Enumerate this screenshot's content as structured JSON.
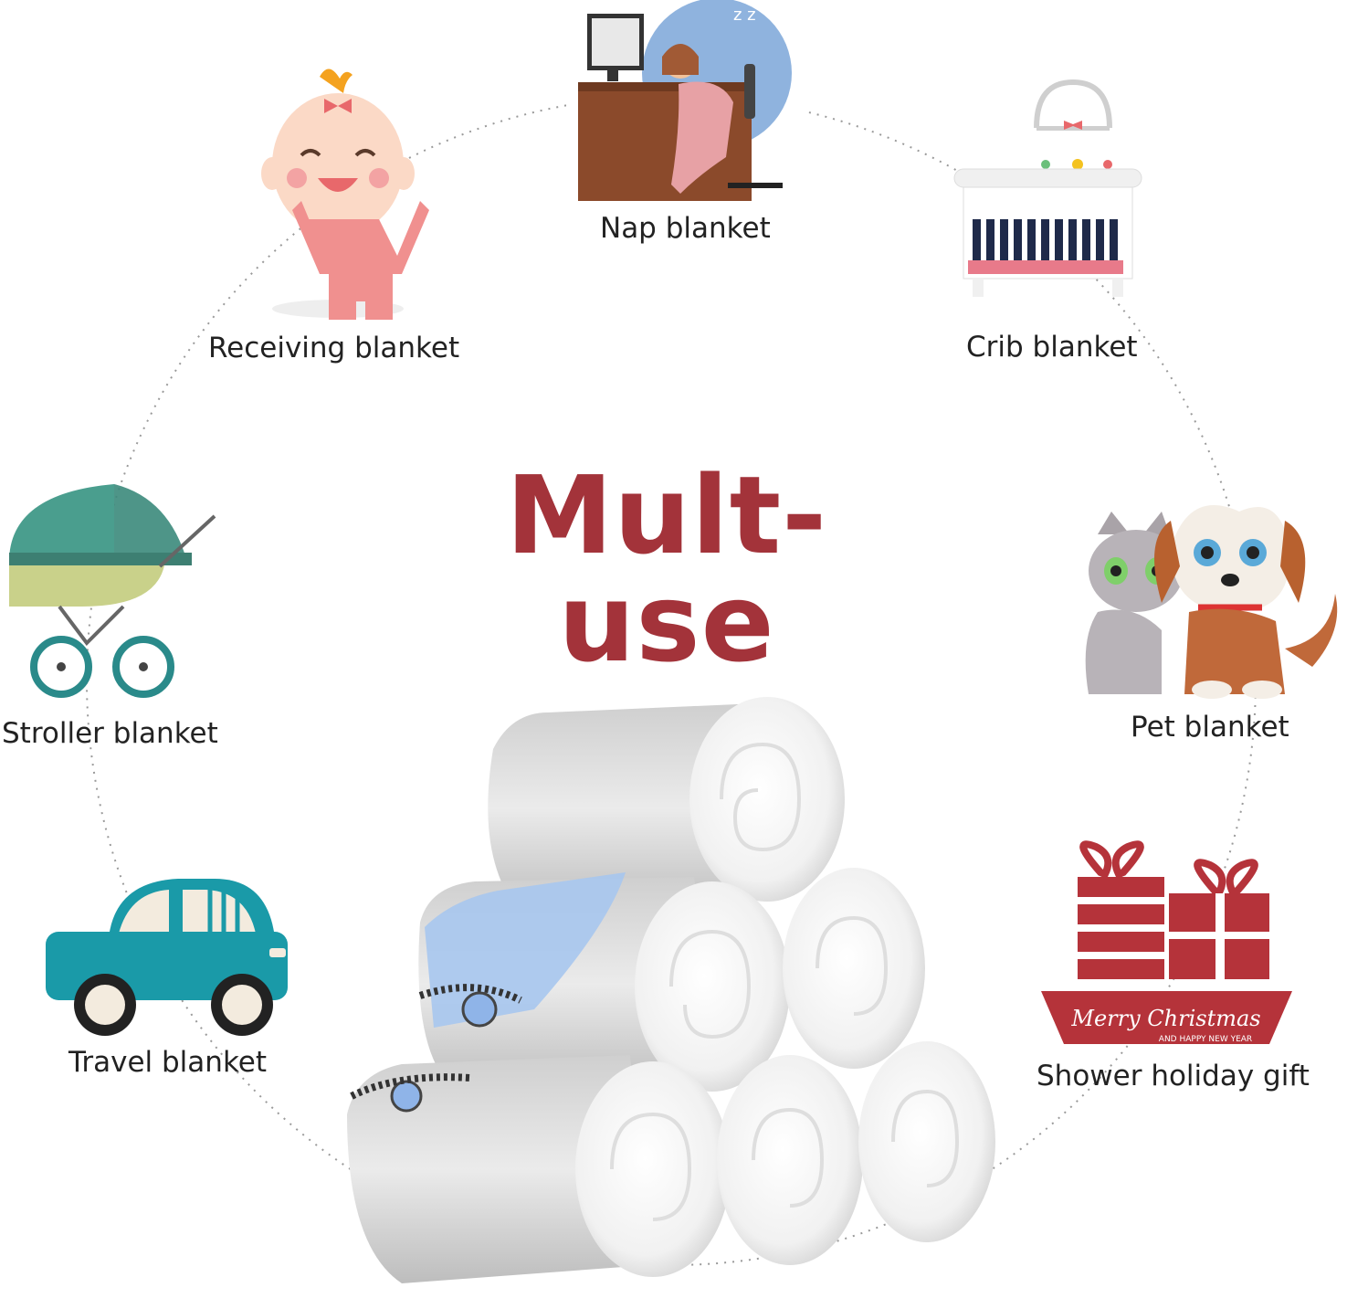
{
  "headline": "Mult-use",
  "uses": {
    "nap": "Nap blanket",
    "receiving": "Receiving blanket",
    "crib": "Crib blanket",
    "stroller": "Stroller blanket",
    "pet": "Pet blanket",
    "travel": "Travel blanket",
    "gift": "Shower holiday gift"
  },
  "gift_box_text": {
    "line1": "Merry Christmas",
    "line2": "AND HAPPY NEW YEAR"
  },
  "colors": {
    "headline": "#a3333a",
    "accent_pink": "#f08a8a",
    "teal": "#1a9aa8",
    "gift_red": "#b5333a"
  },
  "icons": [
    "sleeping-office-worker-icon",
    "baby-girl-icon",
    "crib-icon",
    "baby-stroller-icon",
    "cat-and-dog-icon",
    "car-icon",
    "christmas-gifts-icon"
  ]
}
